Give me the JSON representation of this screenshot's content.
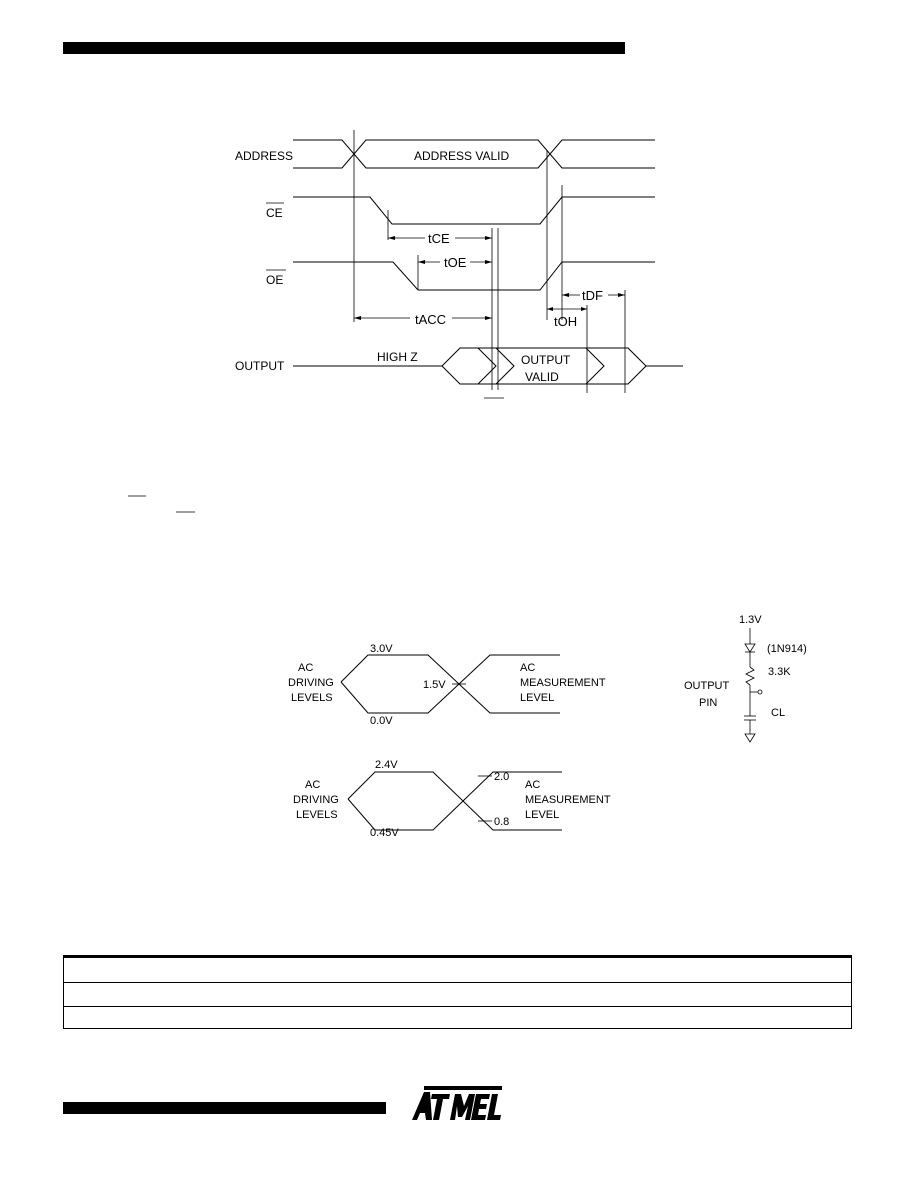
{
  "timing": {
    "address": "ADDRESS",
    "address_valid": "ADDRESS VALID",
    "ce": "CE",
    "oe": "OE",
    "output": "OUTPUT",
    "high_z": "HIGH   Z",
    "output_valid_1": "OUTPUT",
    "output_valid_2": "VALID",
    "tce": "tCE",
    "toe": "tOE",
    "tacc": "tACC",
    "toh": "tOH",
    "tdf": "tDF"
  },
  "levels_1": {
    "left_1": "AC",
    "left_2": "DRIVING",
    "left_3": "LEVELS",
    "v_high": "3.0V",
    "v_low": "0.0V",
    "v_mid": "1.5V",
    "right_1": "AC",
    "right_2": "MEASUREMENT",
    "right_3": "LEVEL"
  },
  "levels_2": {
    "left_1": "AC",
    "left_2": "DRIVING",
    "left_3": "LEVELS",
    "v_high": "2.4V",
    "v_low": "0.45V",
    "m_high": "2.0",
    "m_low": "0.8",
    "right_1": "AC",
    "right_2": "MEASUREMENT",
    "right_3": "LEVEL"
  },
  "load": {
    "supply": "1.3V",
    "diode": "(1N914)",
    "resistor": "3.3K",
    "pin_1": "OUTPUT",
    "pin_2": "PIN",
    "cap": "CL"
  },
  "logo": {
    "text": "ATMEL"
  }
}
